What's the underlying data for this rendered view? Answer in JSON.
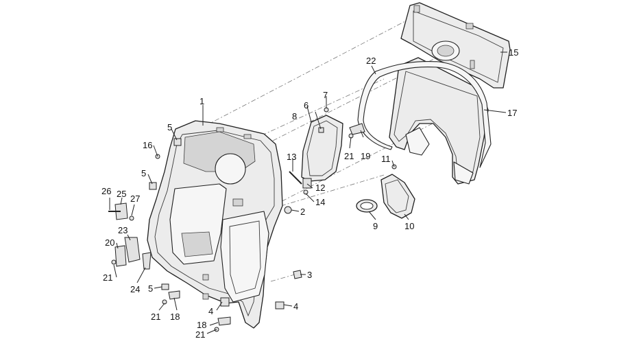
{
  "callouts": [
    {
      "id": "c1",
      "label": "1"
    },
    {
      "id": "c2",
      "label": "2"
    },
    {
      "id": "c3",
      "label": "3"
    },
    {
      "id": "c4a",
      "label": "4"
    },
    {
      "id": "c4b",
      "label": "4"
    },
    {
      "id": "c5a",
      "label": "5"
    },
    {
      "id": "c5b",
      "label": "5"
    },
    {
      "id": "c5c",
      "label": "5"
    },
    {
      "id": "c6",
      "label": "6"
    },
    {
      "id": "c7",
      "label": "7"
    },
    {
      "id": "c8",
      "label": "8"
    },
    {
      "id": "c9",
      "label": "9"
    },
    {
      "id": "c10",
      "label": "10"
    },
    {
      "id": "c11",
      "label": "11"
    },
    {
      "id": "c12",
      "label": "12"
    },
    {
      "id": "c13",
      "label": "13"
    },
    {
      "id": "c14",
      "label": "14"
    },
    {
      "id": "c15",
      "label": "15"
    },
    {
      "id": "c16",
      "label": "16"
    },
    {
      "id": "c17",
      "label": "17"
    },
    {
      "id": "c18a",
      "label": "18"
    },
    {
      "id": "c18b",
      "label": "18"
    },
    {
      "id": "c19",
      "label": "19"
    },
    {
      "id": "c20",
      "label": "20"
    },
    {
      "id": "c21a",
      "label": "21"
    },
    {
      "id": "c21b",
      "label": "21"
    },
    {
      "id": "c21c",
      "label": "21"
    },
    {
      "id": "c21d",
      "label": "21"
    },
    {
      "id": "c22",
      "label": "22"
    },
    {
      "id": "c23",
      "label": "23"
    },
    {
      "id": "c24",
      "label": "24"
    },
    {
      "id": "c25",
      "label": "25"
    },
    {
      "id": "c26",
      "label": "26"
    },
    {
      "id": "c27",
      "label": "27"
    }
  ]
}
